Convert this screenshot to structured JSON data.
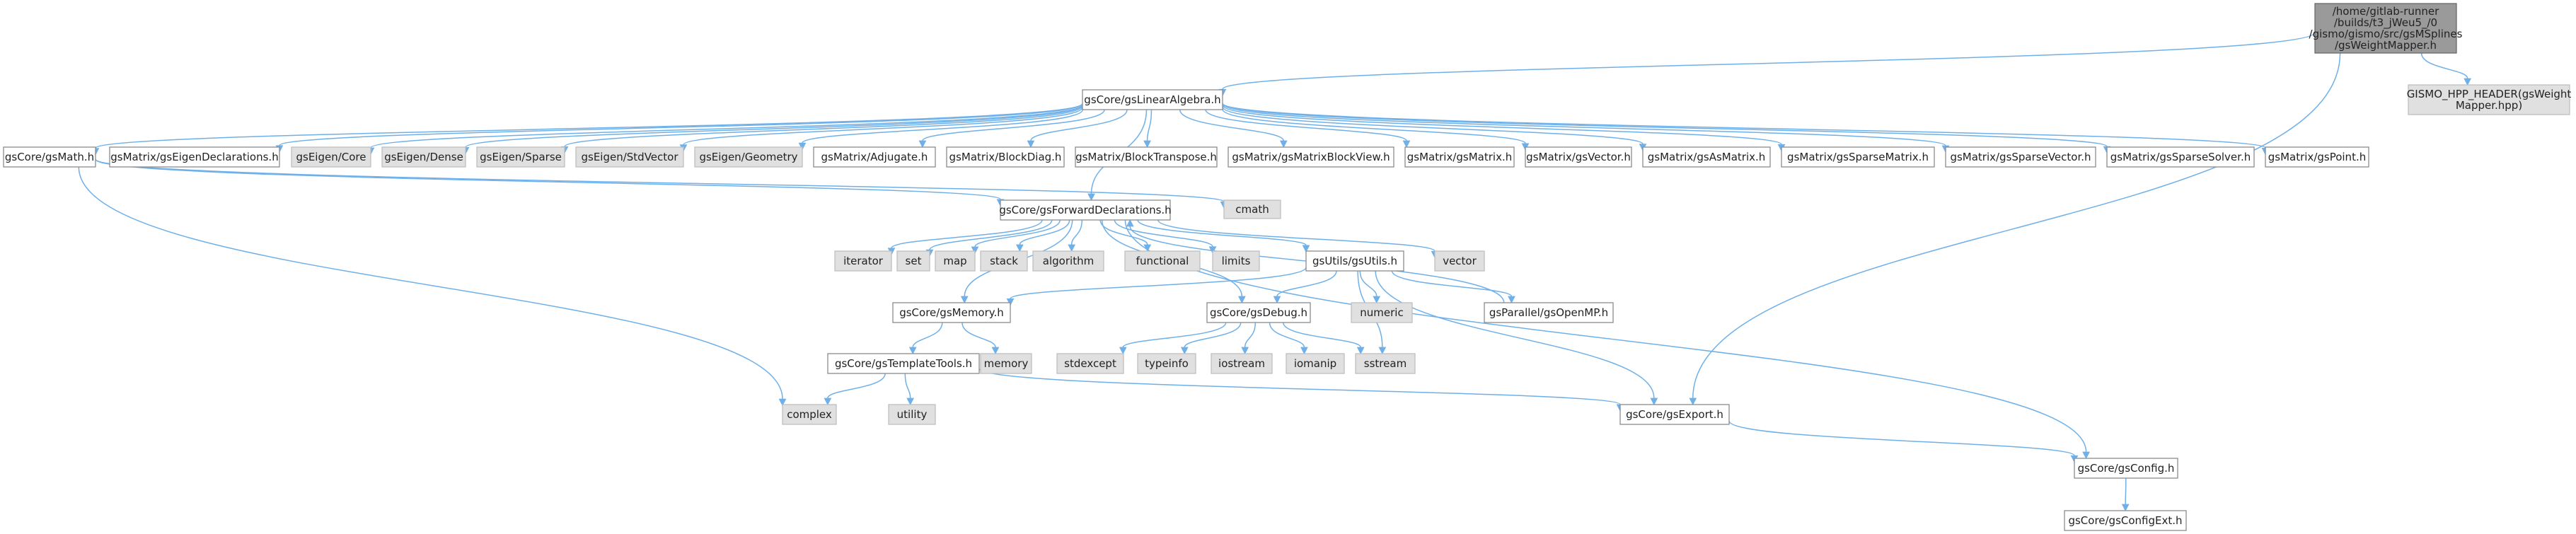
{
  "graph": {
    "colors": {
      "edge": "#6fb0e8",
      "node_border": "#8c8c8c",
      "external_fill": "#e0e0e0",
      "root_fill": "#9a9a9a"
    },
    "nodes": [
      {
        "id": "root",
        "kind": "root",
        "lines": [
          "/home/gitlab-runner",
          "/builds/t3_jWeu5_/0",
          "/gismo/gismo/src/gsMSplines",
          "/gsWeightMapper.h"
        ]
      },
      {
        "id": "gsLinearAlgebra",
        "kind": "normal",
        "lines": [
          "gsCore/gsLinearAlgebra.h"
        ]
      },
      {
        "id": "gismoHpp",
        "kind": "external",
        "lines": [
          "GISMO_HPP_HEADER(gsWeight",
          "Mapper.hpp)"
        ]
      },
      {
        "id": "gsMath",
        "kind": "normal",
        "lines": [
          "gsCore/gsMath.h"
        ]
      },
      {
        "id": "gsEigenDecl",
        "kind": "normal",
        "lines": [
          "gsMatrix/gsEigenDeclarations.h"
        ]
      },
      {
        "id": "eigenCore",
        "kind": "external",
        "lines": [
          "gsEigen/Core"
        ]
      },
      {
        "id": "eigenDense",
        "kind": "external",
        "lines": [
          "gsEigen/Dense"
        ]
      },
      {
        "id": "eigenSparse",
        "kind": "external",
        "lines": [
          "gsEigen/Sparse"
        ]
      },
      {
        "id": "eigenStdVector",
        "kind": "external",
        "lines": [
          "gsEigen/StdVector"
        ]
      },
      {
        "id": "eigenGeometry",
        "kind": "external",
        "lines": [
          "gsEigen/Geometry"
        ]
      },
      {
        "id": "adjugate",
        "kind": "normal",
        "lines": [
          "gsMatrix/Adjugate.h"
        ]
      },
      {
        "id": "blockDiag",
        "kind": "normal",
        "lines": [
          "gsMatrix/BlockDiag.h"
        ]
      },
      {
        "id": "blockTranspose",
        "kind": "normal",
        "lines": [
          "gsMatrix/BlockTranspose.h"
        ]
      },
      {
        "id": "matrixBlockView",
        "kind": "normal",
        "lines": [
          "gsMatrix/gsMatrixBlockView.h"
        ]
      },
      {
        "id": "gsMatrixH",
        "kind": "normal",
        "lines": [
          "gsMatrix/gsMatrix.h"
        ]
      },
      {
        "id": "gsVectorH",
        "kind": "normal",
        "lines": [
          "gsMatrix/gsVector.h"
        ]
      },
      {
        "id": "gsAsMatrix",
        "kind": "normal",
        "lines": [
          "gsMatrix/gsAsMatrix.h"
        ]
      },
      {
        "id": "gsSparseMatrix",
        "kind": "normal",
        "lines": [
          "gsMatrix/gsSparseMatrix.h"
        ]
      },
      {
        "id": "gsSparseVector",
        "kind": "normal",
        "lines": [
          "gsMatrix/gsSparseVector.h"
        ]
      },
      {
        "id": "gsSparseSolver",
        "kind": "normal",
        "lines": [
          "gsMatrix/gsSparseSolver.h"
        ]
      },
      {
        "id": "gsPoint",
        "kind": "normal",
        "lines": [
          "gsMatrix/gsPoint.h"
        ]
      },
      {
        "id": "cmath",
        "kind": "external",
        "lines": [
          "cmath"
        ]
      },
      {
        "id": "gsForwardDecl",
        "kind": "normal",
        "lines": [
          "gsCore/gsForwardDeclarations.h"
        ]
      },
      {
        "id": "iterator",
        "kind": "external",
        "lines": [
          "iterator"
        ]
      },
      {
        "id": "set",
        "kind": "external",
        "lines": [
          "set"
        ]
      },
      {
        "id": "map",
        "kind": "external",
        "lines": [
          "map"
        ]
      },
      {
        "id": "stack",
        "kind": "external",
        "lines": [
          "stack"
        ]
      },
      {
        "id": "algorithm",
        "kind": "external",
        "lines": [
          "algorithm"
        ]
      },
      {
        "id": "functional",
        "kind": "external",
        "lines": [
          "functional"
        ]
      },
      {
        "id": "limits",
        "kind": "external",
        "lines": [
          "limits"
        ]
      },
      {
        "id": "gsUtils",
        "kind": "normal",
        "lines": [
          "gsUtils/gsUtils.h"
        ]
      },
      {
        "id": "vector",
        "kind": "external",
        "lines": [
          "vector"
        ]
      },
      {
        "id": "numeric",
        "kind": "external",
        "lines": [
          "numeric"
        ]
      },
      {
        "id": "gsOpenMP",
        "kind": "normal",
        "lines": [
          "gsParallel/gsOpenMP.h"
        ]
      },
      {
        "id": "gsMemory",
        "kind": "normal",
        "lines": [
          "gsCore/gsMemory.h"
        ]
      },
      {
        "id": "gsDebug",
        "kind": "normal",
        "lines": [
          "gsCore/gsDebug.h"
        ]
      },
      {
        "id": "memory",
        "kind": "external",
        "lines": [
          "memory"
        ]
      },
      {
        "id": "stdexcept",
        "kind": "external",
        "lines": [
          "stdexcept"
        ]
      },
      {
        "id": "typeinfo",
        "kind": "external",
        "lines": [
          "typeinfo"
        ]
      },
      {
        "id": "iostream",
        "kind": "external",
        "lines": [
          "iostream"
        ]
      },
      {
        "id": "iomanip",
        "kind": "external",
        "lines": [
          "iomanip"
        ]
      },
      {
        "id": "sstream",
        "kind": "external",
        "lines": [
          "sstream"
        ]
      },
      {
        "id": "gsTemplateTools",
        "kind": "normal",
        "lines": [
          "gsCore/gsTemplateTools.h"
        ]
      },
      {
        "id": "complex",
        "kind": "external",
        "lines": [
          "complex"
        ]
      },
      {
        "id": "utility",
        "kind": "external",
        "lines": [
          "utility"
        ]
      },
      {
        "id": "gsExport",
        "kind": "normal",
        "lines": [
          "gsCore/gsExport.h"
        ]
      },
      {
        "id": "gsConfig",
        "kind": "normal",
        "lines": [
          "gsCore/gsConfig.h"
        ]
      },
      {
        "id": "gsConfigExt",
        "kind": "normal",
        "lines": [
          "gsCore/gsConfigExt.h"
        ]
      }
    ],
    "edges": [
      [
        "root",
        "gsLinearAlgebra"
      ],
      [
        "root",
        "gismoHpp"
      ],
      [
        "root",
        "gsExport"
      ],
      [
        "gsLinearAlgebra",
        "gsMath"
      ],
      [
        "gsLinearAlgebra",
        "gsEigenDecl"
      ],
      [
        "gsLinearAlgebra",
        "eigenCore"
      ],
      [
        "gsLinearAlgebra",
        "eigenDense"
      ],
      [
        "gsLinearAlgebra",
        "eigenSparse"
      ],
      [
        "gsLinearAlgebra",
        "eigenStdVector"
      ],
      [
        "gsLinearAlgebra",
        "eigenGeometry"
      ],
      [
        "gsLinearAlgebra",
        "adjugate"
      ],
      [
        "gsLinearAlgebra",
        "blockDiag"
      ],
      [
        "gsLinearAlgebra",
        "blockTranspose"
      ],
      [
        "gsLinearAlgebra",
        "matrixBlockView"
      ],
      [
        "gsLinearAlgebra",
        "gsMatrixH"
      ],
      [
        "gsLinearAlgebra",
        "gsVectorH"
      ],
      [
        "gsLinearAlgebra",
        "gsAsMatrix"
      ],
      [
        "gsLinearAlgebra",
        "gsSparseMatrix"
      ],
      [
        "gsLinearAlgebra",
        "gsSparseVector"
      ],
      [
        "gsLinearAlgebra",
        "gsSparseSolver"
      ],
      [
        "gsLinearAlgebra",
        "gsPoint"
      ],
      [
        "gsLinearAlgebra",
        "gsForwardDecl"
      ],
      [
        "gsMath",
        "gsForwardDecl"
      ],
      [
        "gsMath",
        "cmath"
      ],
      [
        "gsMath",
        "complex"
      ],
      [
        "gsForwardDecl",
        "iterator"
      ],
      [
        "gsForwardDecl",
        "set"
      ],
      [
        "gsForwardDecl",
        "map"
      ],
      [
        "gsForwardDecl",
        "stack"
      ],
      [
        "gsForwardDecl",
        "algorithm"
      ],
      [
        "gsForwardDecl",
        "functional"
      ],
      [
        "gsForwardDecl",
        "limits"
      ],
      [
        "gsForwardDecl",
        "vector"
      ],
      [
        "gsForwardDecl",
        "gsUtils"
      ],
      [
        "gsForwardDecl",
        "gsMemory"
      ],
      [
        "gsForwardDecl",
        "gsDebug"
      ],
      [
        "gsForwardDecl",
        "gsConfig"
      ],
      [
        "gsUtils",
        "gsDebug"
      ],
      [
        "gsUtils",
        "numeric"
      ],
      [
        "gsUtils",
        "gsOpenMP"
      ],
      [
        "gsUtils",
        "sstream"
      ],
      [
        "gsUtils",
        "gsExport"
      ],
      [
        "gsUtils",
        "gsMemory"
      ],
      [
        "gsOpenMP",
        "gsForwardDecl"
      ],
      [
        "gsMemory",
        "gsTemplateTools"
      ],
      [
        "gsMemory",
        "memory"
      ],
      [
        "gsDebug",
        "stdexcept"
      ],
      [
        "gsDebug",
        "typeinfo"
      ],
      [
        "gsDebug",
        "iostream"
      ],
      [
        "gsDebug",
        "iomanip"
      ],
      [
        "gsDebug",
        "sstream"
      ],
      [
        "gsTemplateTools",
        "complex"
      ],
      [
        "gsTemplateTools",
        "utility"
      ],
      [
        "gsTemplateTools",
        "gsExport"
      ],
      [
        "gsExport",
        "gsConfig"
      ],
      [
        "gsConfig",
        "gsConfigExt"
      ]
    ]
  }
}
